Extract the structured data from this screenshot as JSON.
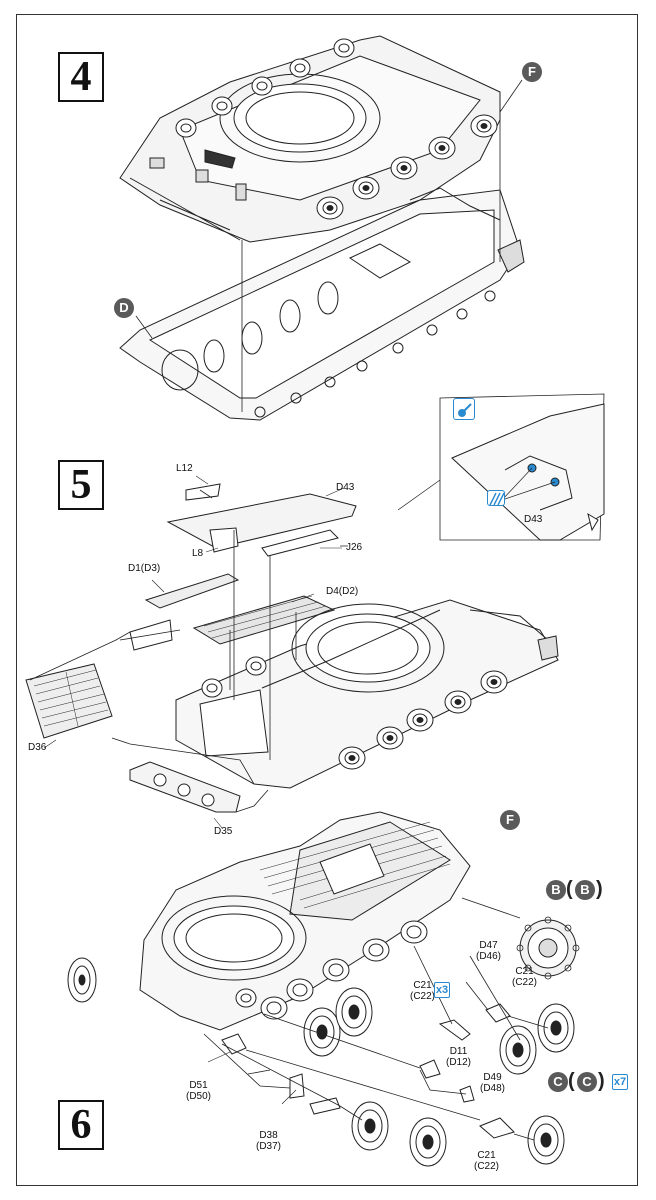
{
  "steps": [
    {
      "number": "4"
    },
    {
      "number": "5"
    },
    {
      "number": "6"
    }
  ],
  "part_refs": {
    "F1": "F",
    "D": "D",
    "F2": "F",
    "B": "B",
    "B_paren": "B",
    "C": "C",
    "C_paren": "C"
  },
  "labels": {
    "L12": "L12",
    "D43": "D43",
    "L8": "L8",
    "J26": "J26",
    "D1": "D1(D3)",
    "D4": "D4(D2)",
    "D36": "D36",
    "D35": "D35",
    "D43_inset": "D43",
    "D47": "D47",
    "D46": "(D46)",
    "C21a": "C21",
    "C22a": "(C22)",
    "C21b": "C21",
    "C22b": "(C22)",
    "D11": "D11",
    "D12": "(D12)",
    "D49": "D49",
    "D48": "(D48)",
    "D51": "D51",
    "D50": "(D50)",
    "D38": "D38",
    "D37": "(D37)",
    "C21c": "C21",
    "C22c": "(C22)"
  },
  "quantities": {
    "x3": "x3",
    "x7": "x7"
  },
  "icons": [
    "glue-icon",
    "hatch-paint-icon"
  ],
  "colors": {
    "accent": "#2a8ad0",
    "badge": "#5a5a5a",
    "line": "#222222"
  }
}
